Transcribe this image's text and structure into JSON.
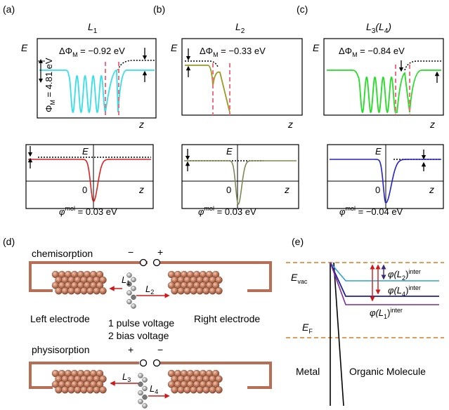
{
  "panels": {
    "a": {
      "tag": "(a)",
      "title": {
        "base": "L",
        "sub": "1"
      },
      "e_label": "E",
      "z_label": "z",
      "dphi": {
        "pre": "ΔΦ",
        "sub": "M",
        "post": " = −0.92 eV"
      },
      "phi_m": {
        "pre": "Φ",
        "sub": "M",
        "post": " = 4.81 eV"
      },
      "lower_e": "E",
      "lower_zero": "0",
      "lower_z": "z",
      "phi_mol": {
        "pre": "φ",
        "sup": "mol",
        "post": " = 0.03 eV"
      },
      "curve_color": "#33e0e8",
      "lower_color": "#e02020"
    },
    "b": {
      "tag": "(b)",
      "title": {
        "base": "L",
        "sub": "2"
      },
      "e_label": "E",
      "z_label": "z",
      "dphi": {
        "pre": "ΔΦ",
        "sub": "M",
        "post": " = −0.33 eV"
      },
      "lower_e": "E",
      "lower_zero": "0",
      "lower_z": "z",
      "phi_mol": {
        "pre": "φ",
        "sup": "mol",
        "post": " = 0.03 eV"
      },
      "curve_color": "#9a9a20",
      "lower_color": "#7a8a55"
    },
    "c": {
      "tag": "(c)",
      "title": {
        "base": "L",
        "sub": "3",
        "mid": "(L",
        "sub2": "4",
        "end": ")"
      },
      "e_label": "E",
      "z_label": "z",
      "dphi": {
        "pre": "ΔΦ",
        "sub": "M",
        "post": " = −0.84 eV"
      },
      "lower_e": "E",
      "lower_zero": "0",
      "lower_z": "z",
      "phi_mol": {
        "pre": "φ",
        "sup": "mol",
        "post": " = −0.04 eV"
      },
      "curve_color": "#22dd22",
      "lower_color": "#2222cc"
    },
    "d": {
      "tag": "(d)",
      "chemisorption": "chemisorption",
      "physisorption": "physisorption",
      "minus": "−",
      "plus": "+",
      "left_electrode": "Left electrode",
      "right_electrode": "Right electrode",
      "pulse": "1 pulse voltage",
      "bias": "2 bias voltage",
      "L1": {
        "base": "L",
        "sub": "1"
      },
      "L2": {
        "base": "L",
        "sub": "2"
      },
      "L3": {
        "base": "L",
        "sub": "3"
      },
      "L4": {
        "base": "L",
        "sub": "4"
      },
      "wire_color": "#b76e55",
      "ball_color": "#c47c5e"
    },
    "e": {
      "tag": "(e)",
      "evac": {
        "base": "E",
        "sub": "vac"
      },
      "ef": {
        "base": "E",
        "sub": "F"
      },
      "phi_l2": {
        "pre": "φ(L",
        "sub": "2",
        "mid": ")",
        "sup": "inter"
      },
      "phi_l4": {
        "pre": "φ(L",
        "sub": "4",
        "mid": ")",
        "sup": "inter"
      },
      "phi_l1": {
        "pre": "φ(L",
        "sub": "1",
        "mid": ")",
        "sup": "inter"
      },
      "metal": "Metal",
      "organic": "Organic Molecule",
      "dash_color": "#e07818",
      "arrow_color": "#d01818"
    }
  }
}
